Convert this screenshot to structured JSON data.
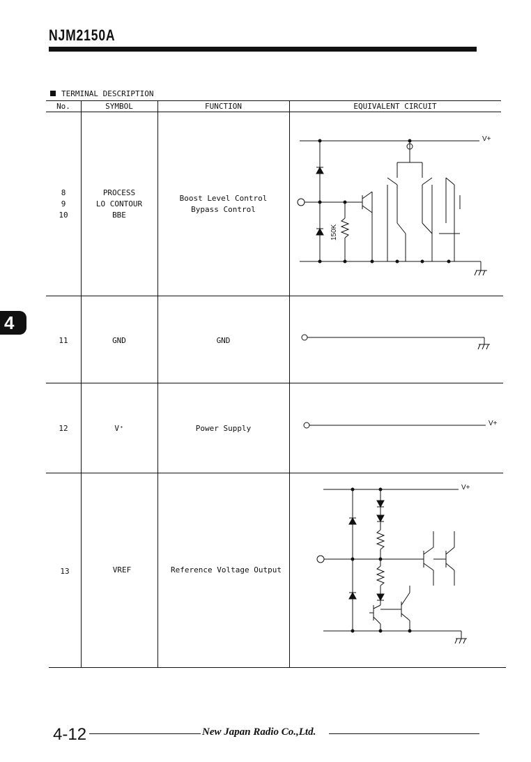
{
  "header": {
    "part_number": "NJM2150A"
  },
  "section": {
    "title": "TERMINAL DESCRIPTION"
  },
  "table": {
    "columns": [
      "No.",
      "SYMBOL",
      "FUNCTION",
      "EQUIVALENT CIRCUIT"
    ],
    "rows": [
      {
        "no": [
          "8",
          "9",
          "10"
        ],
        "symbol": [
          "PROCESS",
          "LO CONTOUR",
          "BBE"
        ],
        "function": [
          "Boost Level Control",
          "Bypass Control"
        ],
        "circuit_labels": {
          "supply": "V+",
          "resistor": "150K"
        }
      },
      {
        "no": [
          "11"
        ],
        "symbol": [
          "GND"
        ],
        "function": [
          "GND"
        ]
      },
      {
        "no": [
          "12"
        ],
        "symbol": [
          "V⁺"
        ],
        "function": [
          "Power Supply"
        ],
        "circuit_labels": {
          "supply": "V+"
        }
      },
      {
        "no": [
          "13"
        ],
        "symbol": [
          "VREF"
        ],
        "function": [
          "Reference Voltage Output"
        ],
        "circuit_labels": {
          "supply": "V+"
        }
      }
    ]
  },
  "side_tab": {
    "chapter": "4"
  },
  "footer": {
    "page_number": "4-12",
    "company": "New Japan Radio Co.,Ltd."
  }
}
